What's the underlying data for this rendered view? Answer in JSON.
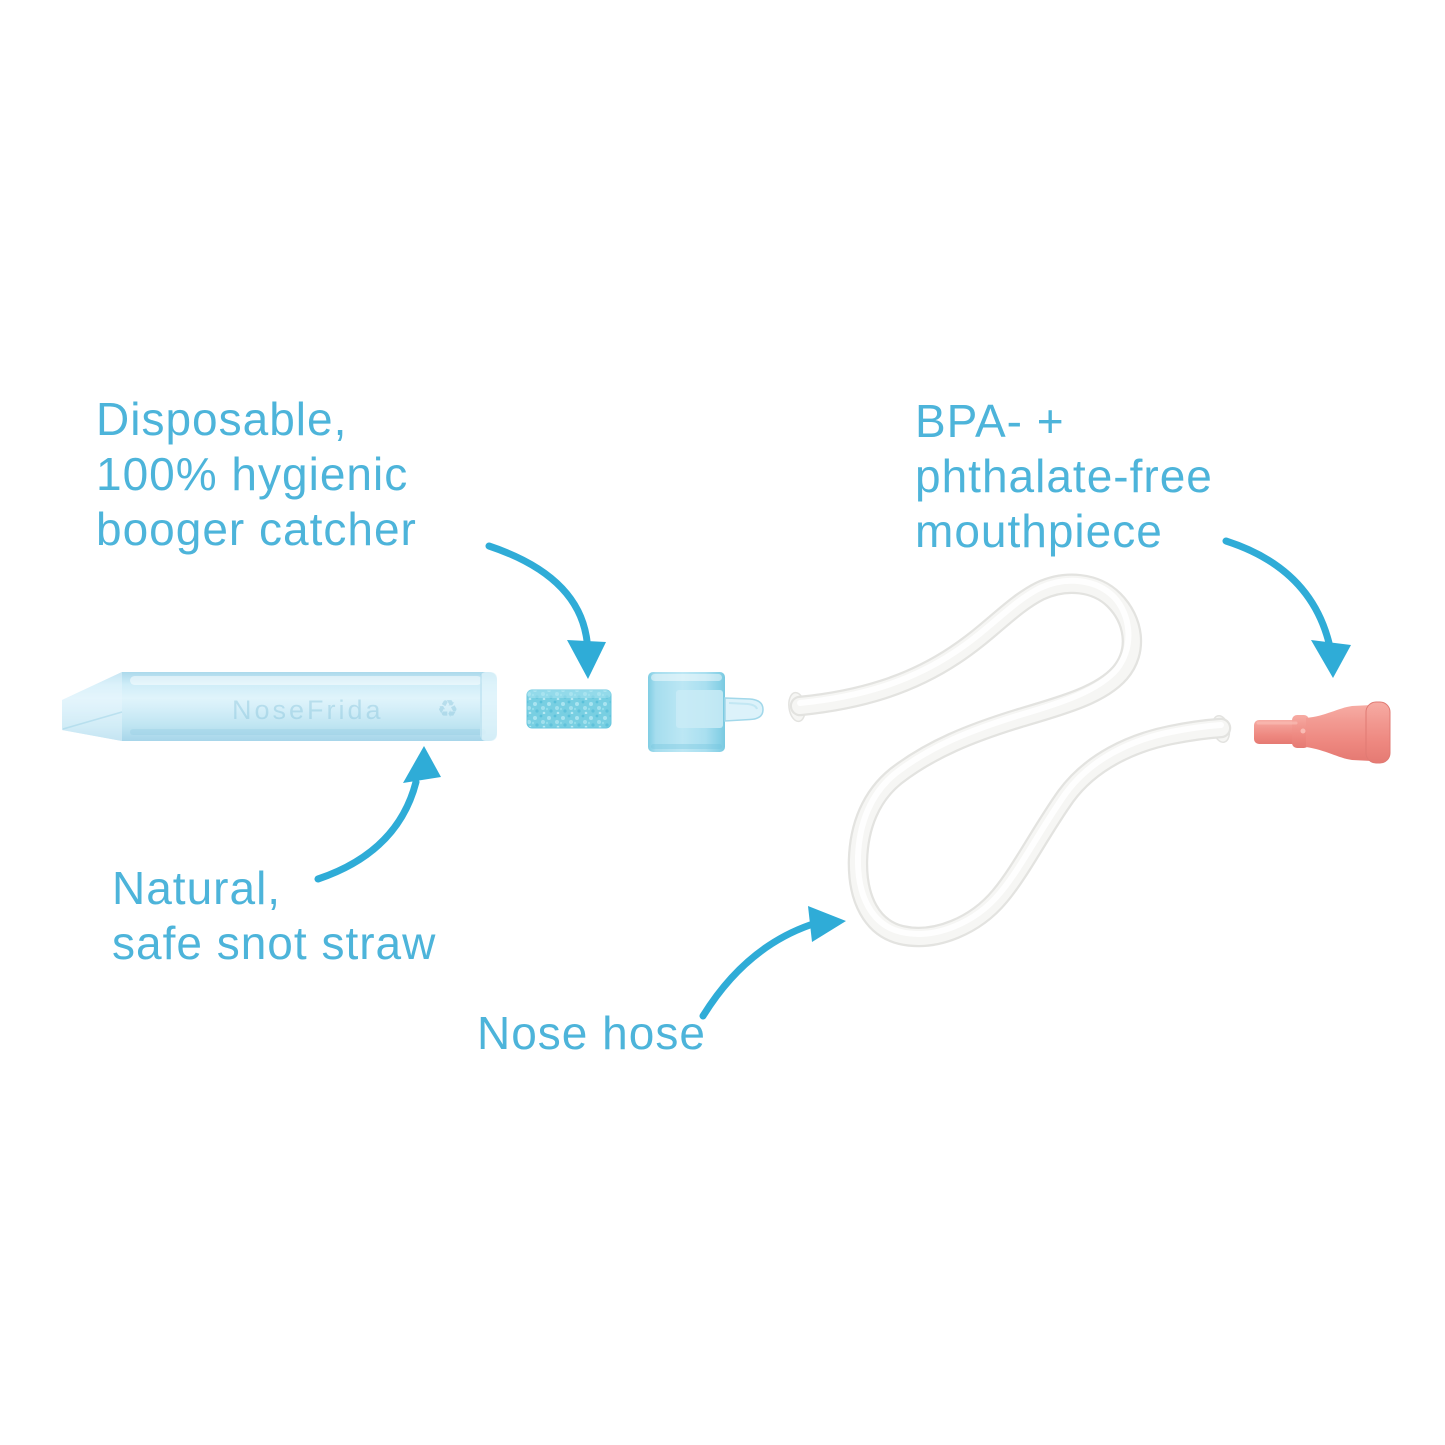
{
  "page": {
    "background": "#ffffff"
  },
  "colors": {
    "accent": "#4DB4DA",
    "arrow": "#2FACD7",
    "straw": "#CDEBF7",
    "foam": "#74CEE2",
    "cap": "#A9DFF0",
    "hose": "#F4F4F2",
    "mouthpiece": "#F0928A"
  },
  "labels": {
    "booger_catcher": {
      "lines": [
        "Disposable,",
        "100% hygienic",
        "booger catcher"
      ]
    },
    "mouthpiece": {
      "lines": [
        "BPA- +",
        "phthalate-free",
        "mouthpiece"
      ]
    },
    "snot_straw": {
      "lines": [
        "Natural,",
        "safe snot straw"
      ]
    },
    "nose_hose": {
      "lines": [
        "Nose hose"
      ]
    }
  },
  "product": {
    "straw_embossed_text": "NoseFrida",
    "straw_embossed_icon": "recycle-icon",
    "straw_embossed_icon_glyph": "♻"
  }
}
